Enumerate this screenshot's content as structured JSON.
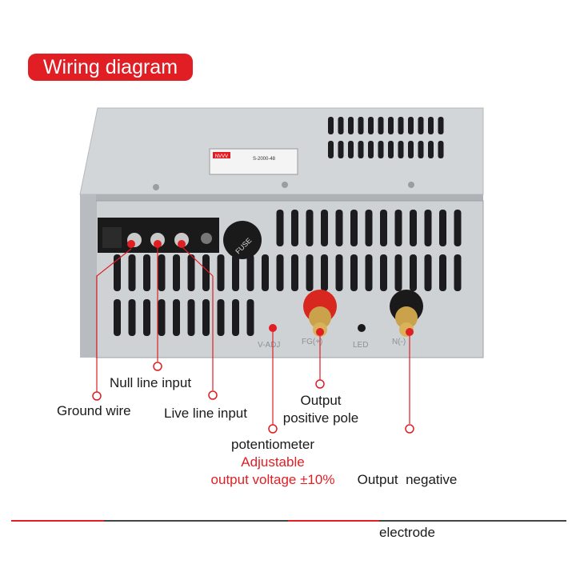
{
  "title": "Wiring diagram",
  "product": {
    "brand": "NVVV",
    "model": "S-2000-48",
    "panel_labels": {
      "v_adj": "V-ADJ",
      "positive": "FG(+)",
      "led": "LED",
      "negative": "N(-)",
      "fuse": "FUSE"
    }
  },
  "callouts": {
    "ground_wire": "Ground wire",
    "null_line": "Null line input",
    "live_line": "Live line input",
    "output_positive": [
      "Output",
      "positive pole"
    ],
    "output_negative": [
      "Output  negative",
      "electrode"
    ],
    "potentiometer": [
      "potentiometer",
      "Adjustable",
      "output voltage ±10%"
    ]
  },
  "colors": {
    "accent": "#e01e24",
    "housing": "#d6d9dc",
    "panel": "#c9ccd0"
  }
}
